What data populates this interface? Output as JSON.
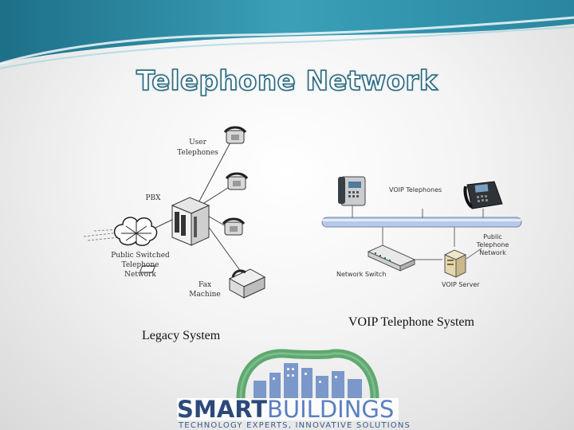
{
  "slide": {
    "title": "Telephone Network"
  },
  "legacy": {
    "user_telephones_line1": "User",
    "user_telephones_line2": "Telephones",
    "pbx": "PBX",
    "pstn_line1": "Public Switched",
    "pstn_line2": "Telephone",
    "pstn_line3": "Network",
    "fax_line1": "Fax",
    "fax_line2": "Machine",
    "caption": "Legacy System"
  },
  "voip": {
    "voip_telephones": "VOIP Telephones",
    "public_line1": "Public",
    "public_line2": "Telephone",
    "public_line3": "Network",
    "network_switch": "Network Switch",
    "voip_server": "VOIP Server",
    "caption": "VOIP Telephone System"
  },
  "logo": {
    "smart": "SMART",
    "buildings": "BUILDINGS",
    "tagline": "TECHNOLOGY EXPERTS, INNOVATIVE SOLUTIONS"
  },
  "colors": {
    "accent_teal": "#2a8aa0",
    "logo_navy": "#2b4a7a",
    "logo_green": "#5fa870"
  }
}
